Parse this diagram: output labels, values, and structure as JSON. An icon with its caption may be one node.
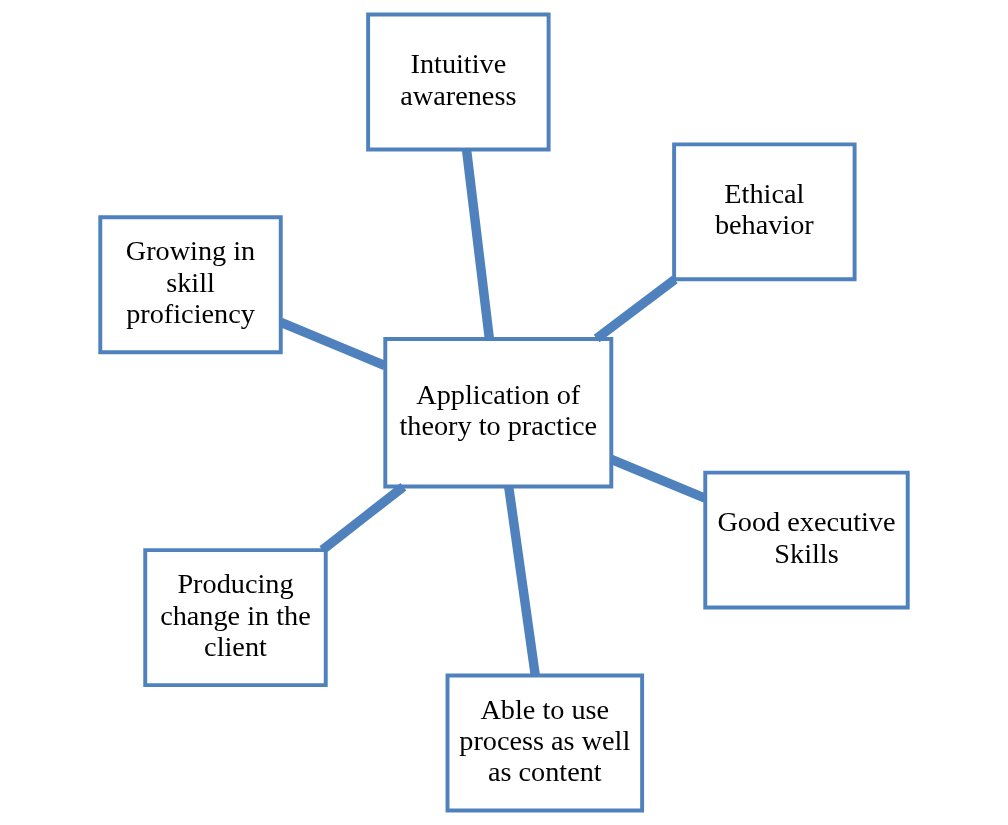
{
  "diagram": {
    "nodes": [
      {
        "text": [
          "Growing in skill proficiency"
        ]
      },
      {
        "text": [
          "Good executive Skills"
        ]
      },
      {
        "text": [
          "Able to use process as well as content"
        ]
      },
      {
        "text": [
          "Application of theory to practice"
        ]
      },
      {
        "text": [
          "Ethical behavior"
        ]
      },
      {
        "text": [
          "Intuitive awareness"
        ]
      },
      {
        "text": [
          "Producing change in the client"
        ]
      }
    ],
    "edges": [
      {
        "from": 3,
        "to": 0,
        "arrow": "none"
      },
      {
        "from": 3,
        "to": 1,
        "arrow": "none"
      },
      {
        "from": 3,
        "to": 2,
        "arrow": "none"
      },
      {
        "from": 3,
        "to": 4,
        "arrow": "none"
      },
      {
        "from": 3,
        "to": 5,
        "arrow": "none"
      },
      {
        "from": 3,
        "to": 6,
        "arrow": "none"
      }
    ]
  }
}
